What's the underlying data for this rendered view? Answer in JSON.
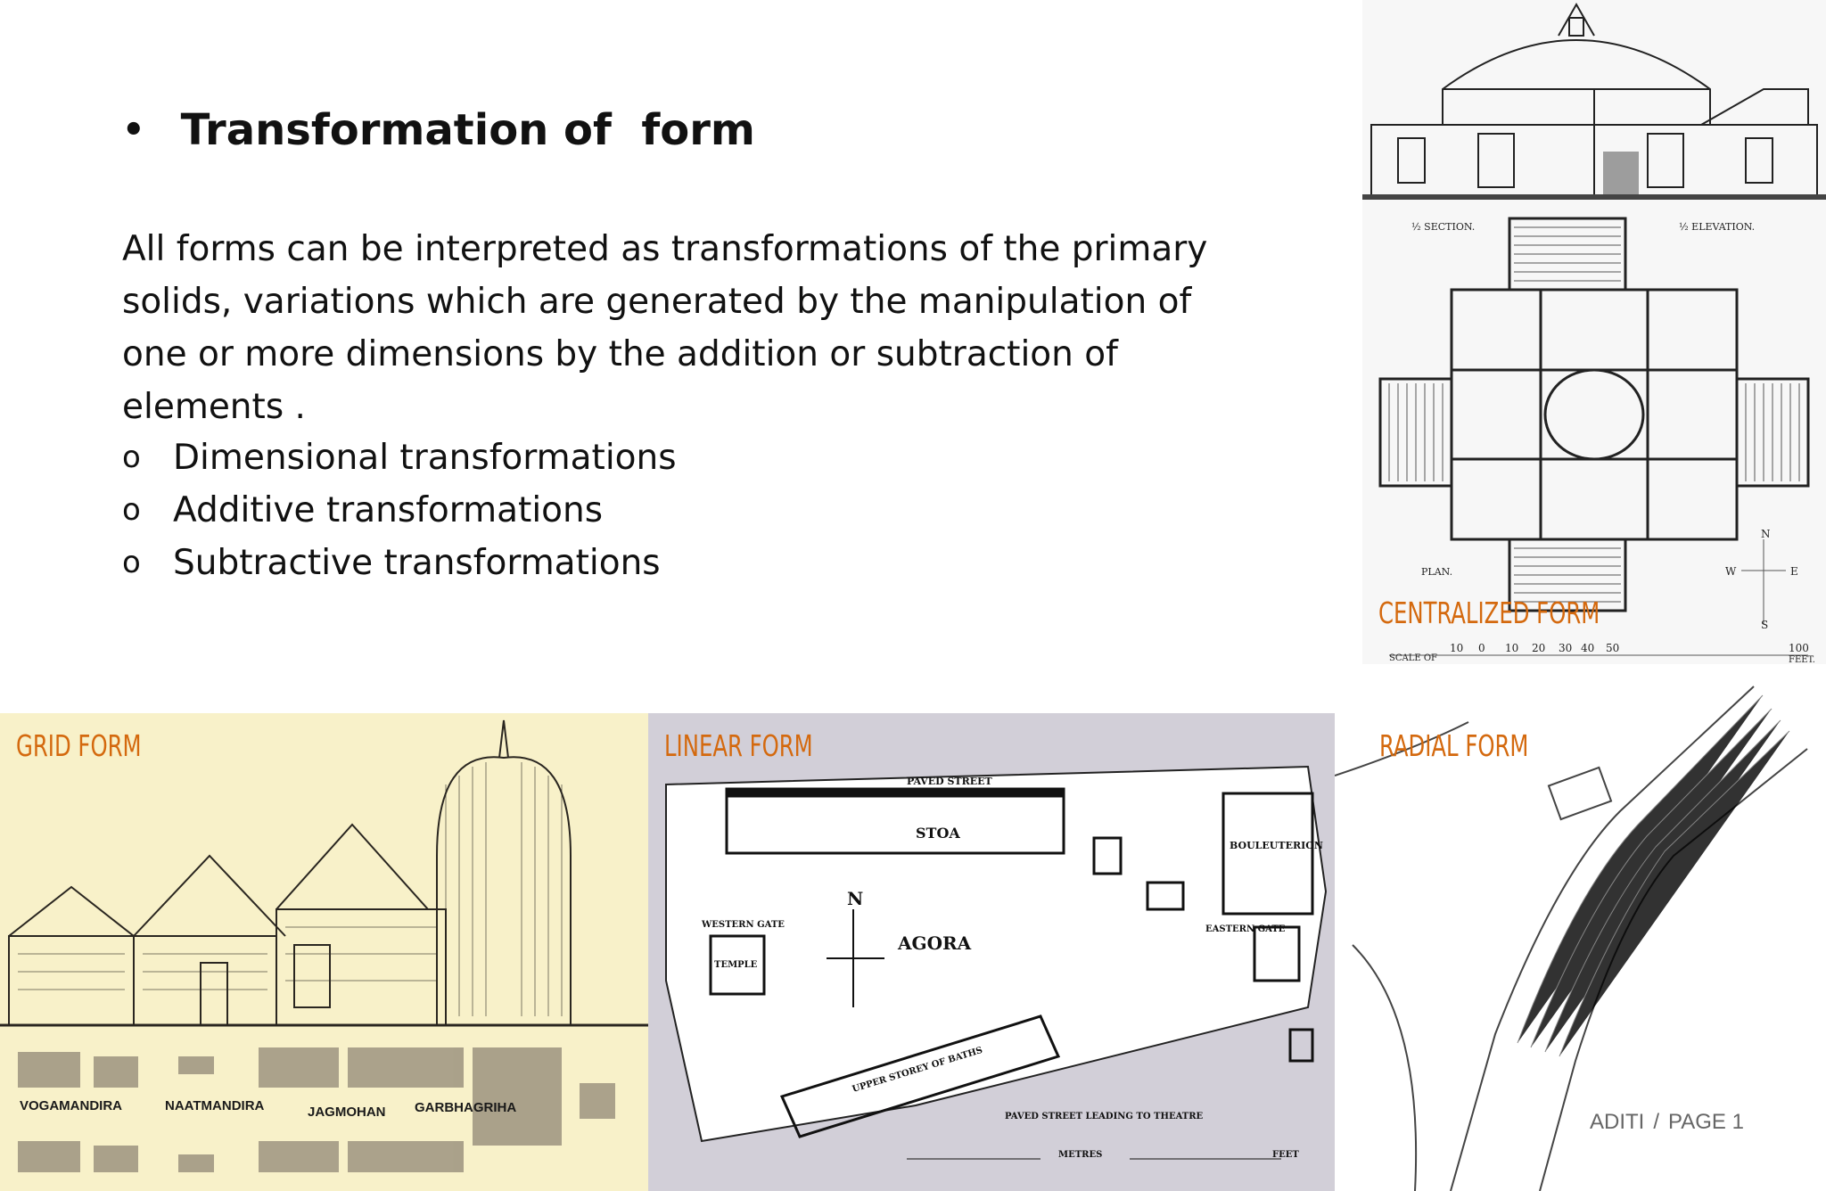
{
  "slide": {
    "title": "Transformation of  form",
    "paragraph": "All forms can be interpreted as transformations of the primary solids, variations which are generated by the manipulation of one or more dimensions by the addition or subtraction of elements .",
    "list": [
      "Dimensional transformations",
      "Additive transformations",
      "Subtractive transformations"
    ]
  },
  "images": {
    "centralized": {
      "label": "CENTRALIZED FORM",
      "section": "½ SECTION.",
      "elevation": "½ ELEVATION.",
      "plan": "PLAN.",
      "scale": "SCALE OF",
      "scale_ticks": [
        "10",
        "0",
        "10",
        "20",
        "30",
        "40",
        "50",
        "100"
      ],
      "feet": "FEET.",
      "compass": [
        "N",
        "W",
        "E",
        "S"
      ]
    },
    "grid": {
      "label": "GRID FORM",
      "parts": [
        "VOGAMANDIRA",
        "NAATMANDIRA",
        "JAGMOHAN",
        "GARBHAGRIHA"
      ]
    },
    "linear": {
      "label": "LINEAR FORM",
      "texts": [
        "PAVED STREET",
        "STOA",
        "AGORA",
        "N",
        "WESTERN GATE",
        "TEMPLE",
        "BOULEUTERION",
        "EASTERN GATE",
        "UPPER STOREY OF BATHS",
        "PAVED STREET LEADING TO THEATRE",
        "METRES",
        "FEET"
      ]
    },
    "radial": {
      "label": "RADIAL  FORM"
    }
  },
  "footer": {
    "author": "ADITI",
    "page": "PAGE 1"
  }
}
